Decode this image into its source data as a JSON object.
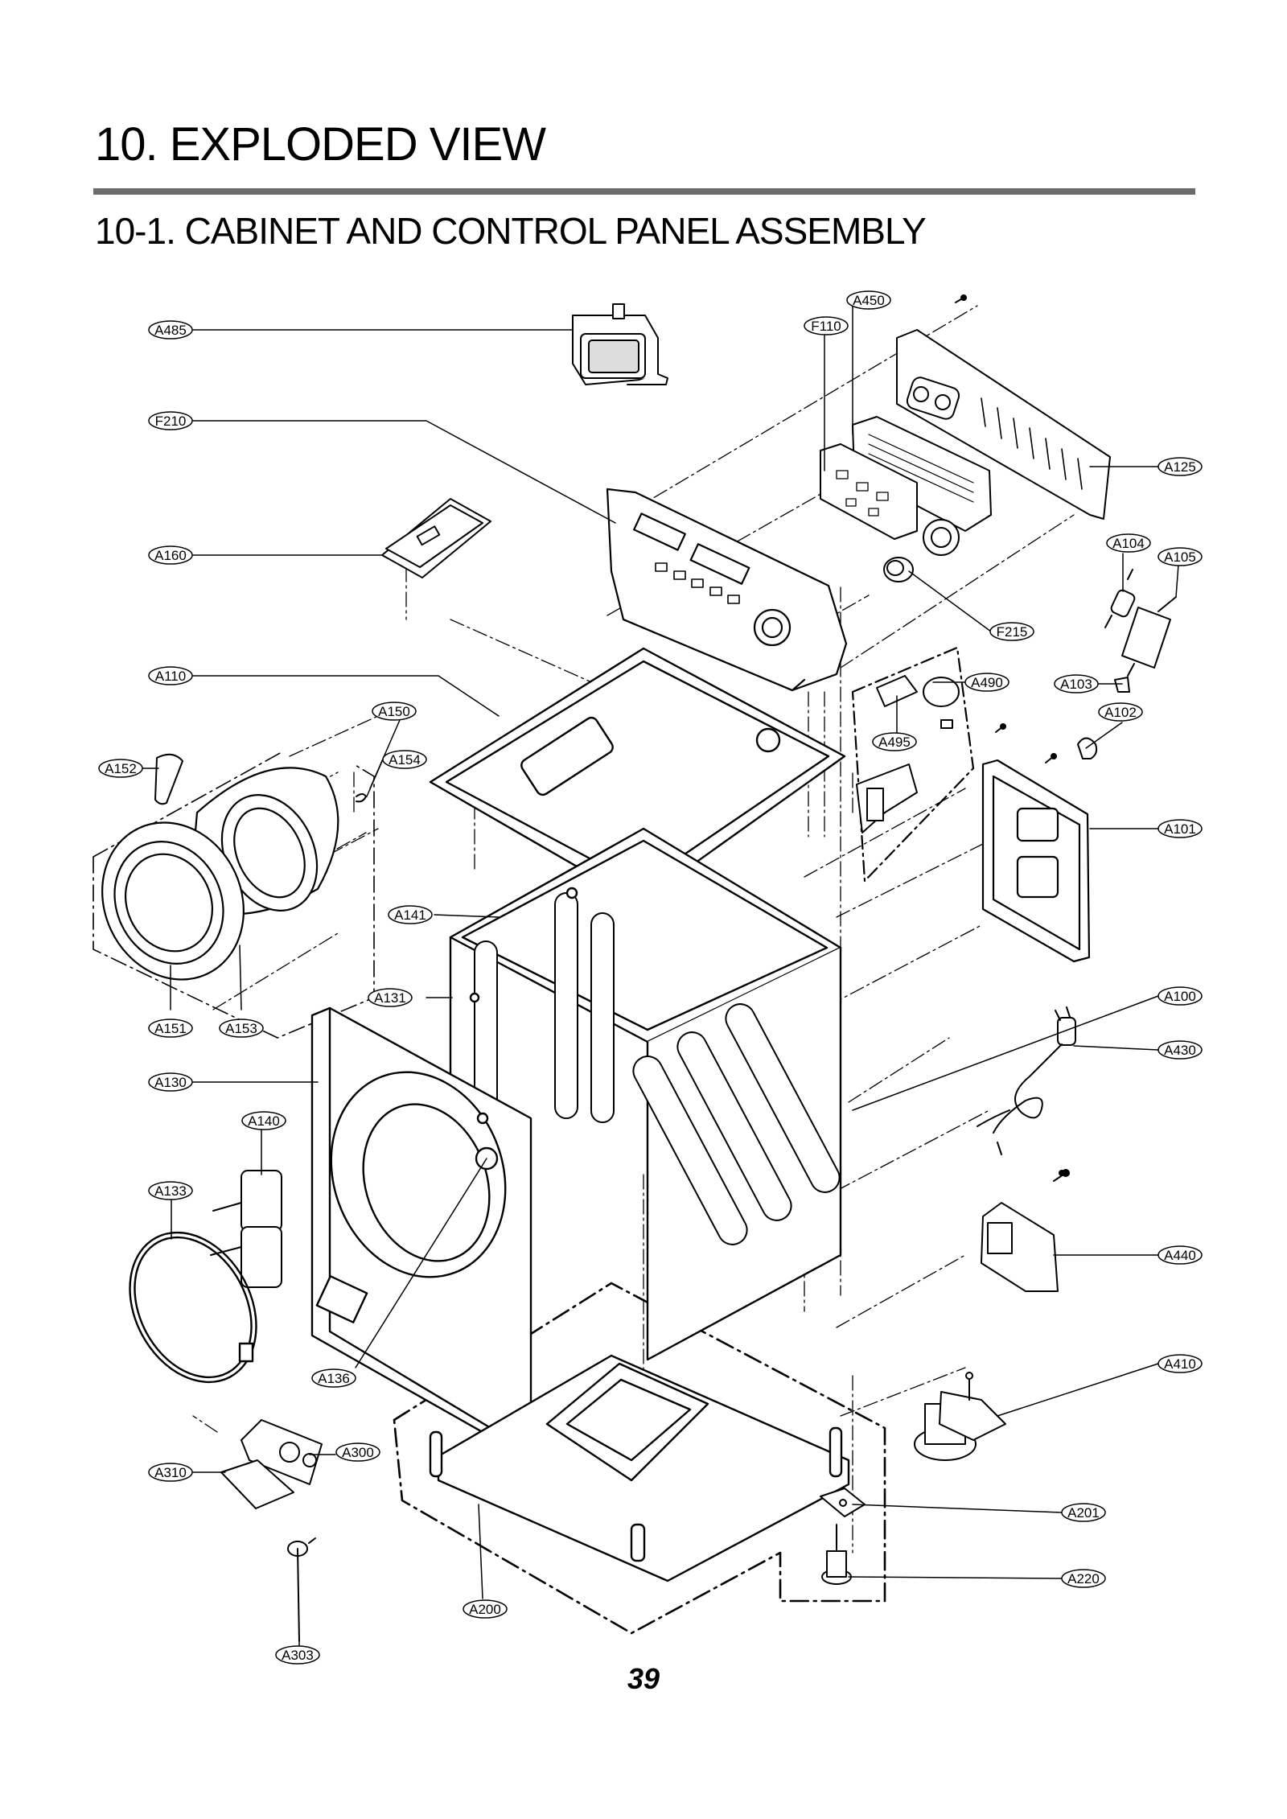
{
  "page": {
    "title": "10. EXPLODED VIEW",
    "subtitle": "10-1. CABINET AND CONTROL PANEL ASSEMBLY",
    "page_number": "39"
  },
  "callouts": [
    {
      "id": "a450",
      "label": "A450"
    },
    {
      "id": "f110",
      "label": "F110"
    },
    {
      "id": "a485",
      "label": "A485"
    },
    {
      "id": "f210",
      "label": "F210"
    },
    {
      "id": "a125",
      "label": "A125"
    },
    {
      "id": "a160",
      "label": "A160"
    },
    {
      "id": "a104",
      "label": "A104"
    },
    {
      "id": "a105",
      "label": "A105"
    },
    {
      "id": "f215",
      "label": "F215"
    },
    {
      "id": "a110",
      "label": "A110"
    },
    {
      "id": "a490",
      "label": "A490"
    },
    {
      "id": "a103",
      "label": "A103"
    },
    {
      "id": "a150",
      "label": "A150"
    },
    {
      "id": "a102",
      "label": "A102"
    },
    {
      "id": "a495",
      "label": "A495"
    },
    {
      "id": "a152",
      "label": "A152"
    },
    {
      "id": "a154",
      "label": "A154"
    },
    {
      "id": "a101",
      "label": "A101"
    },
    {
      "id": "a141",
      "label": "A141"
    },
    {
      "id": "a131",
      "label": "A131"
    },
    {
      "id": "a100",
      "label": "A100"
    },
    {
      "id": "a151",
      "label": "A151"
    },
    {
      "id": "a153",
      "label": "A153"
    },
    {
      "id": "a430",
      "label": "A430"
    },
    {
      "id": "a130",
      "label": "A130"
    },
    {
      "id": "a140",
      "label": "A140"
    },
    {
      "id": "a133",
      "label": "A133"
    },
    {
      "id": "a440",
      "label": "A440"
    },
    {
      "id": "a136",
      "label": "A136"
    },
    {
      "id": "a410",
      "label": "A410"
    },
    {
      "id": "a300",
      "label": "A300"
    },
    {
      "id": "a310",
      "label": "A310"
    },
    {
      "id": "a201",
      "label": "A201"
    },
    {
      "id": "a220",
      "label": "A220"
    },
    {
      "id": "a200",
      "label": "A200"
    },
    {
      "id": "a303",
      "label": "A303"
    }
  ]
}
